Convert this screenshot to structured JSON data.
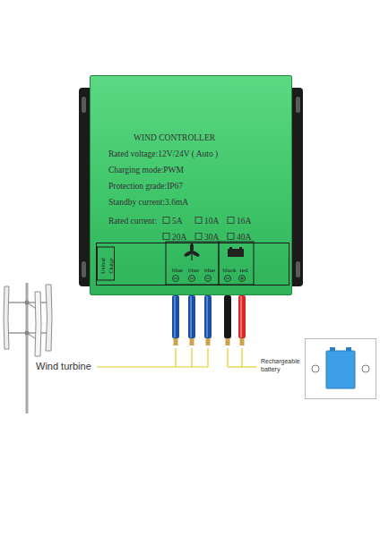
{
  "diagram": {
    "nodes": [
      {
        "text": [
          "WIND CONTROLLER",
          "Rated voltage:12V/24V ( Auto )",
          "Charging mode:PWM",
          "Protection grade:IP67",
          "Standby current:3.6mA",
          "Rated current:",
          "5A",
          "10A",
          "16A",
          "20A",
          "30A",
          "40A"
        ]
      },
      {
        "text": [
          "Unload",
          "Charge",
          "blue",
          "blue",
          "blue",
          "black",
          "red"
        ],
        "in": 0
      },
      {
        "text": [
          "Rechargeable battery"
        ]
      }
    ],
    "labels": [
      "Wind turbine"
    ]
  }
}
